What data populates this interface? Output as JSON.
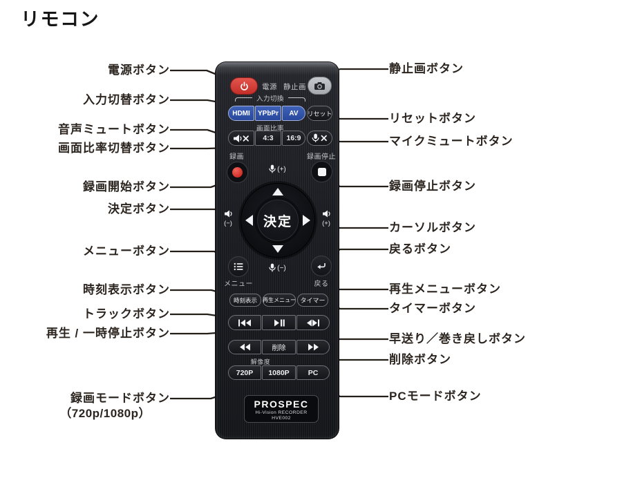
{
  "title": "リモコン",
  "callouts": {
    "left": [
      {
        "label": "電源ボタン"
      },
      {
        "label": "入力切替ボタン"
      },
      {
        "label": "音声ミュートボタン"
      },
      {
        "label": "画面比率切替ボタン"
      },
      {
        "label": "録画開始ボタン"
      },
      {
        "label": "決定ボタン"
      },
      {
        "label": "メニューボタン"
      },
      {
        "label": "時刻表示ボタン"
      },
      {
        "label": "トラックボタン"
      },
      {
        "label": "再生 / 一時停止ボタン"
      },
      {
        "label": "録画モードボタン",
        "sublabel": "（720p/1080p）"
      }
    ],
    "right": [
      {
        "label": "静止画ボタン"
      },
      {
        "label": "リセットボタン"
      },
      {
        "label": "マイクミュートボタン"
      },
      {
        "label": "録画停止ボタン"
      },
      {
        "label": "カーソルボタン"
      },
      {
        "label": "戻るボタン"
      },
      {
        "label": "再生メニューボタン"
      },
      {
        "label": "タイマーボタン"
      },
      {
        "label": "早送り／巻き戻しボタン"
      },
      {
        "label": "削除ボタン"
      },
      {
        "label": "PCモードボタン"
      }
    ]
  },
  "remote": {
    "group_labels": {
      "power": "電源",
      "still": "静止画",
      "input": "入力切換",
      "aspect": "画面比率",
      "rec": "録画",
      "rec_stop": "録画停止",
      "menu": "メニュー",
      "back": "戻る",
      "resolution": "解像度"
    },
    "buttons": {
      "hdmi": "HDMI",
      "ypbpr": "YPbPr",
      "av": "AV",
      "reset": "リセット",
      "ratio_43": "4:3",
      "ratio_169": "16:9",
      "enter": "決定",
      "time": "時刻表示",
      "play_menu": "再生メニュー",
      "timer": "タイマー",
      "delete": "削除",
      "r720": "720P",
      "r1080": "1080P",
      "pc": "PC"
    },
    "dpad": {
      "mic_up": "(+)",
      "mic_down": "(−)",
      "vol_down": "(−)",
      "vol_up": "(+)"
    },
    "logo": {
      "brand": "PROSPEC",
      "line1": "Hi-Vision RECORDER",
      "line2": "HVE002"
    }
  },
  "colors": {
    "accent_red": "#d6403c",
    "accent_blue": "#2e4f9f",
    "camera_gray": "#b9bdc2",
    "body_black": "#17181d",
    "onbody_label_gray": "#c6c8cb",
    "callout_text": "#2b241f"
  }
}
